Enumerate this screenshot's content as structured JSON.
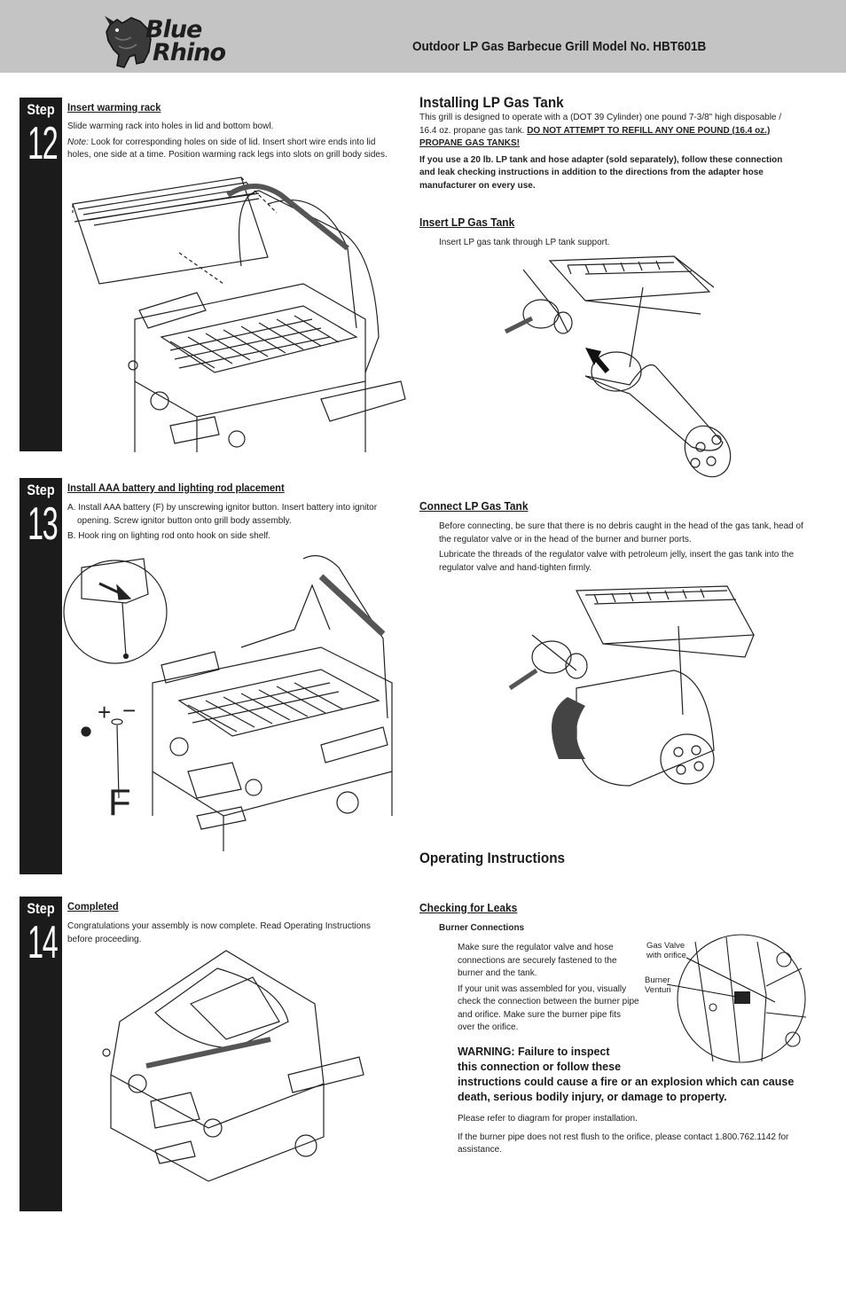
{
  "header": {
    "logo_line1": "Blue",
    "logo_line2": "Rhino",
    "model_title": "Outdoor LP Gas Barbecue Grill Model No. HBT601B"
  },
  "steps": [
    {
      "word": "Step",
      "number": "12",
      "title": "Insert warming rack",
      "text1": "Slide warming rack into holes in lid and bottom bowl.",
      "note_label": "Note:",
      "text2": " Look for corresponding holes on side of lid.  Insert short wire ends into lid holes, one side at a time.  Position warming rack legs into slots on grill body sides."
    },
    {
      "word": "Step",
      "number": "13",
      "title": "Install AAA battery and lighting rod placement",
      "text_a": "A. Install AAA battery (F) by unscrewing ignitor button. Insert battery into ignitor opening.  Screw ignitor button onto grill body assembly.",
      "text_b": "B. Hook ring on lighting rod onto hook on side shelf.",
      "label_plus": "+",
      "label_minus": "−",
      "label_f": "F"
    },
    {
      "word": "Step",
      "number": "14",
      "title": "Completed",
      "text1": "Congratulations your assembly is now complete.  Read Operating Instructions before proceeding."
    }
  ],
  "lp_tank": {
    "heading": "Installing LP Gas Tank",
    "intro_a": "This grill is designed to operate with a (DOT 39 Cylinder) one pound 7-3/8\" high disposable / 16.4 oz. propane gas tank.  ",
    "intro_b": "DO NOT ATTEMPT TO REFILL ANY ONE POUND (16.4 oz.) PROPANE GAS TANKS!",
    "adapter_note": "If you use a 20 lb. LP tank and hose adapter (sold separately), follow these connection and leak checking instructions in addition to the directions from the adapter hose manufacturer on every use.",
    "insert_heading": "Insert LP Gas Tank",
    "insert_text": "Insert LP gas tank through LP tank support.",
    "connect_heading": "Connect LP Gas Tank",
    "connect_text1": "Before connecting, be sure that there is no debris caught in the head of the gas tank, head of the regulator valve or in the head of the burner and burner ports.",
    "connect_text2": "Lubricate the threads of the regulator valve with petroleum jelly, insert the gas tank into the regulator valve and hand-tighten firmly."
  },
  "operating": {
    "heading": "Operating Instructions",
    "leaks_heading": "Checking for Leaks",
    "burner_heading": "Burner Connections",
    "burner_text1": "Make sure the regulator valve and hose connections are securely fastened to the burner and the tank.",
    "burner_text2": "If your unit was assembled for you, visually check the connection between the burner pipe and orifice.  Make sure the burner pipe fits over the orifice.",
    "label_gas_valve": "Gas Valve\nwith orifice",
    "label_venturi": "Burner\nVenturi",
    "warning_line1": "WARNING: Failure to inspect",
    "warning_line2": "this connection or follow these",
    "warning_line3": "instructions could cause a fire or an explosion which can cause death, serious bodily injury, or damage to property.",
    "refer_text": "Please refer to diagram for proper installation.",
    "contact_text": "If the burner pipe does not rest flush to the orifice, please contact 1.800.762.1142 for assistance."
  }
}
